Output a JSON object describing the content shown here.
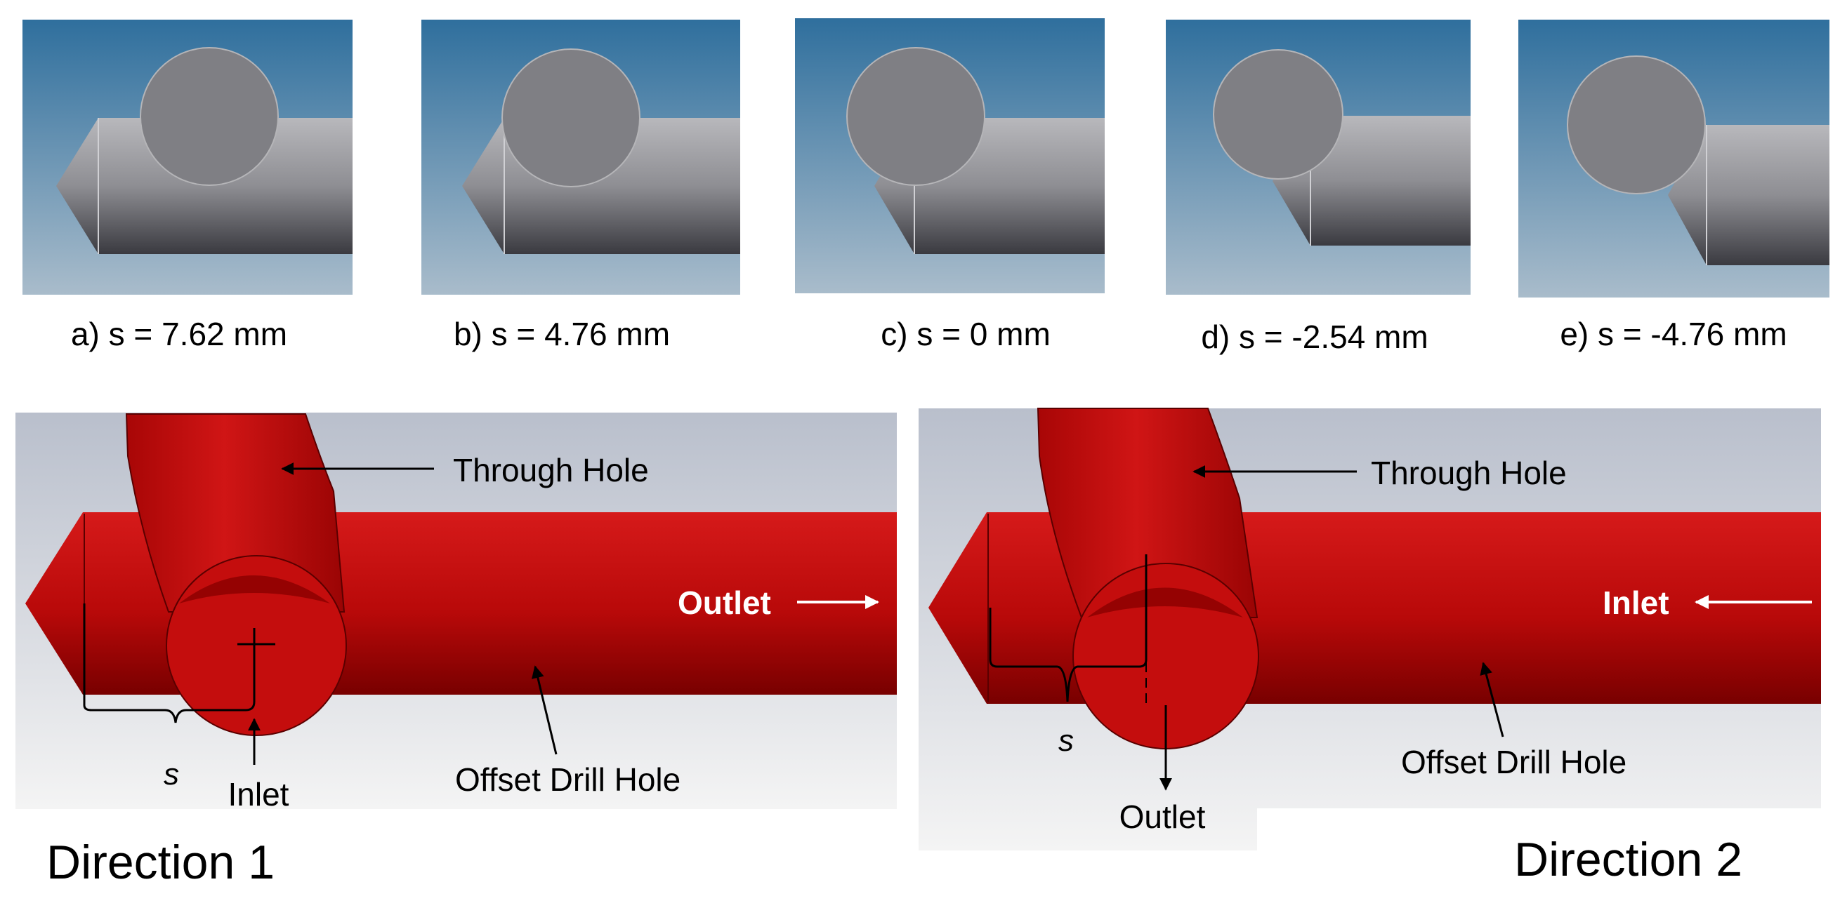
{
  "top_panels": [
    {
      "caption": "a) s = 7.62 mm"
    },
    {
      "caption": "b) s = 4.76 mm"
    },
    {
      "caption": "c) s = 0 mm"
    },
    {
      "caption": "d) s = -2.54 mm"
    },
    {
      "caption": "e) s = -4.76 mm"
    }
  ],
  "direction1": {
    "title": "Direction 1",
    "labels": {
      "through_hole": "Through Hole",
      "outlet": "Outlet",
      "offset_drill_hole": "Offset Drill Hole",
      "inlet": "Inlet",
      "s": "s"
    }
  },
  "direction2": {
    "title": "Direction 2",
    "labels": {
      "through_hole": "Through Hole",
      "inlet": "Inlet",
      "offset_drill_hole": "Offset Drill Hole",
      "outlet": "Outlet",
      "s": "s"
    }
  },
  "colors": {
    "sky_top": "#2f6f9d",
    "sky_bottom": "#a9bccb",
    "grey_circle": "#7f7f84",
    "red": "#c00b0b",
    "dark_red": "#7d0000",
    "bg_grey_top": "#b9bfcc",
    "bg_grey_bottom": "#f4f4f4"
  }
}
